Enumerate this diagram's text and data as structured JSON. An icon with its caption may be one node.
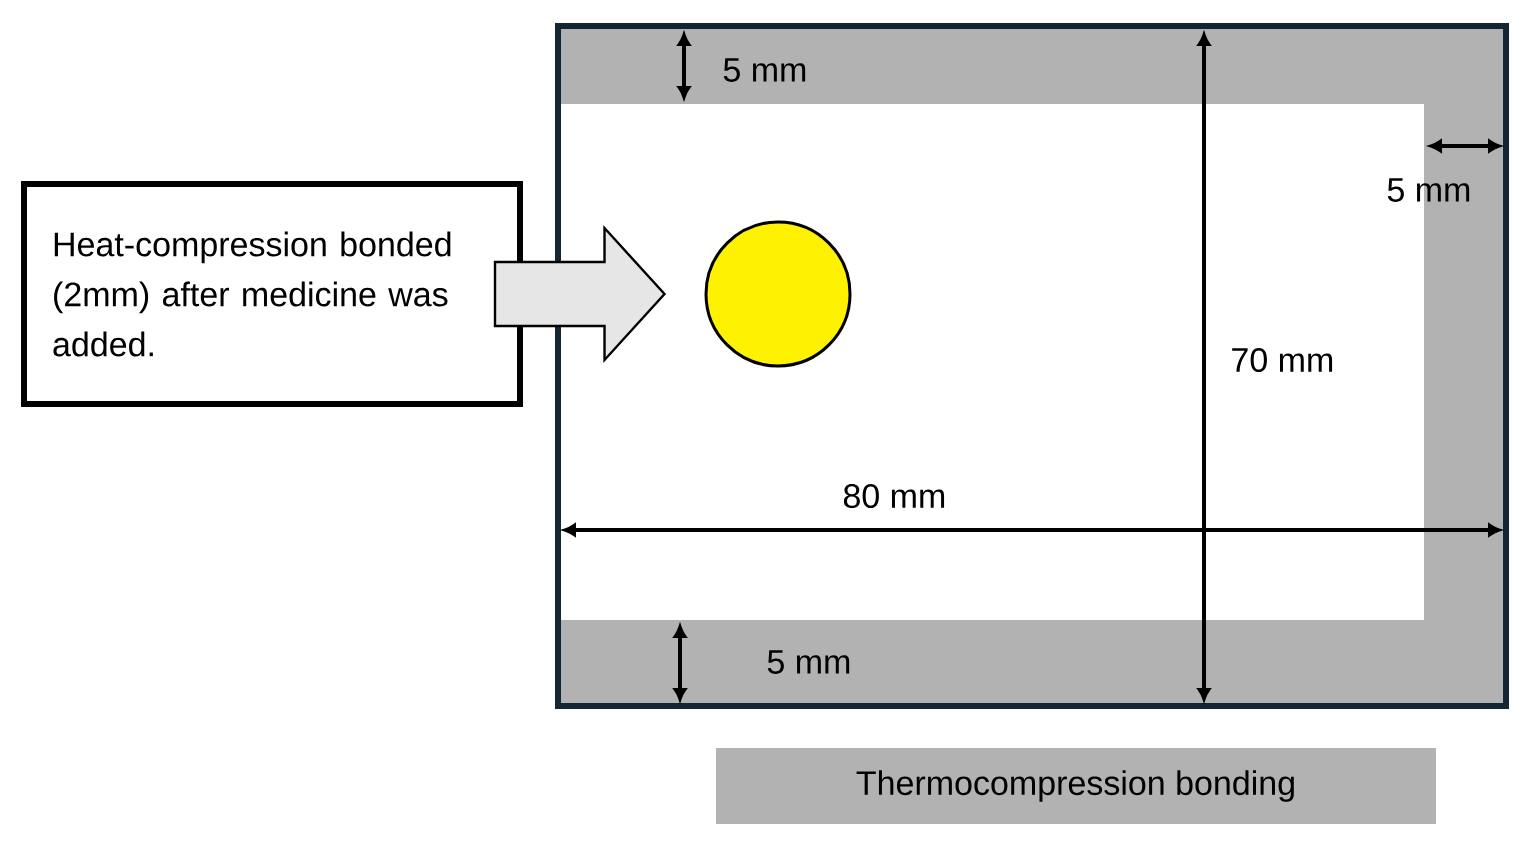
{
  "diagram": {
    "nodes": [
      {
        "text": [
          "Heat-compression bonded (2mm) after medicine was added."
        ]
      },
      {
        "text": [],
        "shape": "circle"
      },
      {
        "text": [
          "Thermocompression bonding"
        ]
      }
    ],
    "edges": [
      {
        "from": 0,
        "to": 1,
        "arrow": "to"
      }
    ],
    "labels": [
      "5 mm",
      "5 mm",
      "70 mm",
      "80 mm",
      "5 mm"
    ]
  }
}
